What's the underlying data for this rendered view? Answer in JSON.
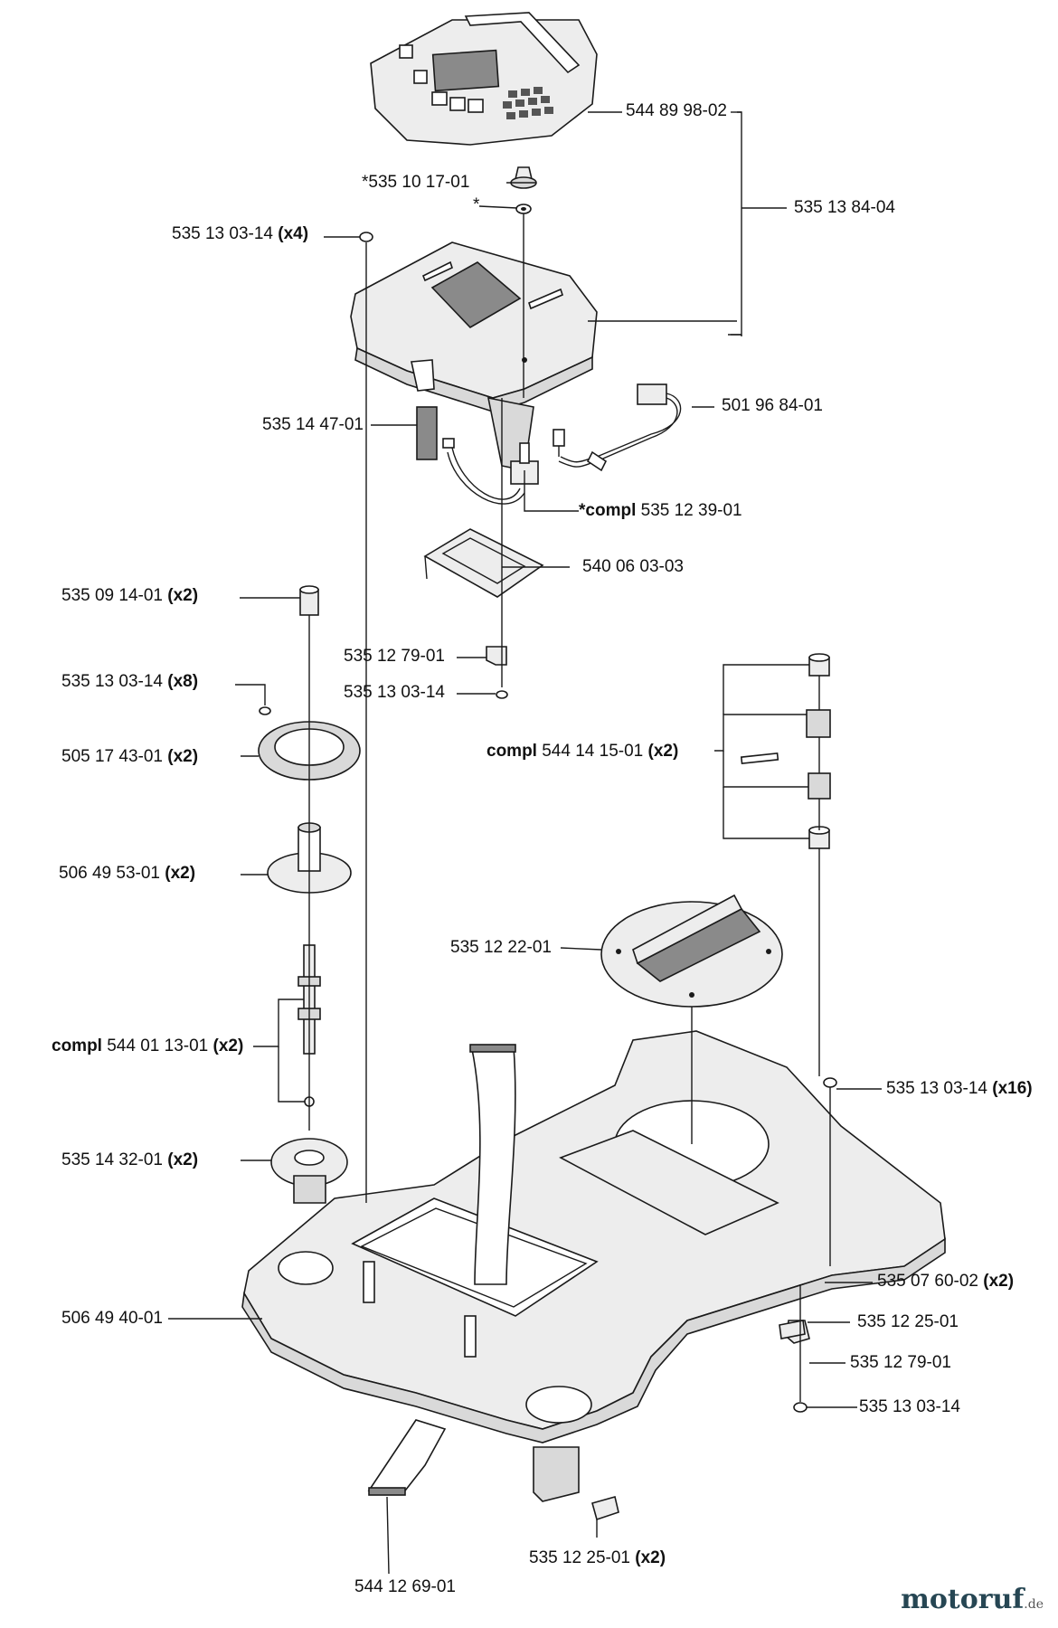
{
  "callouts": [
    {
      "id": "c01",
      "prefix": "",
      "number": "544 89 98-02",
      "qty": ""
    },
    {
      "id": "c02",
      "prefix": "",
      "number": "*535 10 17-01",
      "qty": ""
    },
    {
      "id": "c03",
      "prefix": "",
      "number": "*",
      "qty": ""
    },
    {
      "id": "c04",
      "prefix": "",
      "number": "535 13 84-04",
      "qty": ""
    },
    {
      "id": "c05",
      "prefix": "",
      "number": "535 13 03-14",
      "qty": "(x4)"
    },
    {
      "id": "c06",
      "prefix": "",
      "number": "501 96 84-01",
      "qty": ""
    },
    {
      "id": "c07",
      "prefix": "",
      "number": "535 14 47-01",
      "qty": ""
    },
    {
      "id": "c08",
      "prefix": "*compl",
      "number": "535 12 39-01",
      "qty": ""
    },
    {
      "id": "c09",
      "prefix": "",
      "number": "540 06 03-03",
      "qty": ""
    },
    {
      "id": "c10",
      "prefix": "",
      "number": "535 09 14-01",
      "qty": "(x2)"
    },
    {
      "id": "c11",
      "prefix": "",
      "number": "535 12 79-01",
      "qty": ""
    },
    {
      "id": "c12",
      "prefix": "",
      "number": "535 13 03-14",
      "qty": "(x8)"
    },
    {
      "id": "c13",
      "prefix": "",
      "number": "535 13 03-14",
      "qty": ""
    },
    {
      "id": "c14",
      "prefix": "",
      "number": "505 17 43-01",
      "qty": "(x2)"
    },
    {
      "id": "c15",
      "prefix": "compl",
      "number": "544 14 15-01",
      "qty": "(x2)"
    },
    {
      "id": "c16",
      "prefix": "",
      "number": "506 49 53-01",
      "qty": "(x2)"
    },
    {
      "id": "c17",
      "prefix": "",
      "number": "535 12 22-01",
      "qty": ""
    },
    {
      "id": "c18",
      "prefix": "compl",
      "number": "544 01 13-01",
      "qty": "(x2)"
    },
    {
      "id": "c19",
      "prefix": "",
      "number": "535 13 03-14",
      "qty": "(x16)"
    },
    {
      "id": "c20",
      "prefix": "",
      "number": "535 14 32-01",
      "qty": "(x2)"
    },
    {
      "id": "c21",
      "prefix": "",
      "number": "535 07 60-02",
      "qty": "(x2)"
    },
    {
      "id": "c22",
      "prefix": "",
      "number": "506 49 40-01",
      "qty": ""
    },
    {
      "id": "c23",
      "prefix": "",
      "number": "535 12 25-01",
      "qty": ""
    },
    {
      "id": "c24",
      "prefix": "",
      "number": "535 12 79-01",
      "qty": ""
    },
    {
      "id": "c25",
      "prefix": "",
      "number": "535 13 03-14",
      "qty": ""
    },
    {
      "id": "c26",
      "prefix": "",
      "number": "535 12 25-01",
      "qty": "(x2)"
    },
    {
      "id": "c27",
      "prefix": "",
      "number": "544 12 69-01",
      "qty": ""
    }
  ],
  "watermark": {
    "brand": "motoruf",
    "suffix": ".de"
  },
  "colors": {
    "line": "#1a1a1a",
    "part_fill": "#d9d9d9",
    "brand_m": "#d62828",
    "brand_o1": "#f4a261",
    "brand_t": "#2a9d8f",
    "brand_o2": "#e9c46a",
    "brand_r": "#264653",
    "brand_u": "#457b9d",
    "brand_f": "#e76f51"
  }
}
